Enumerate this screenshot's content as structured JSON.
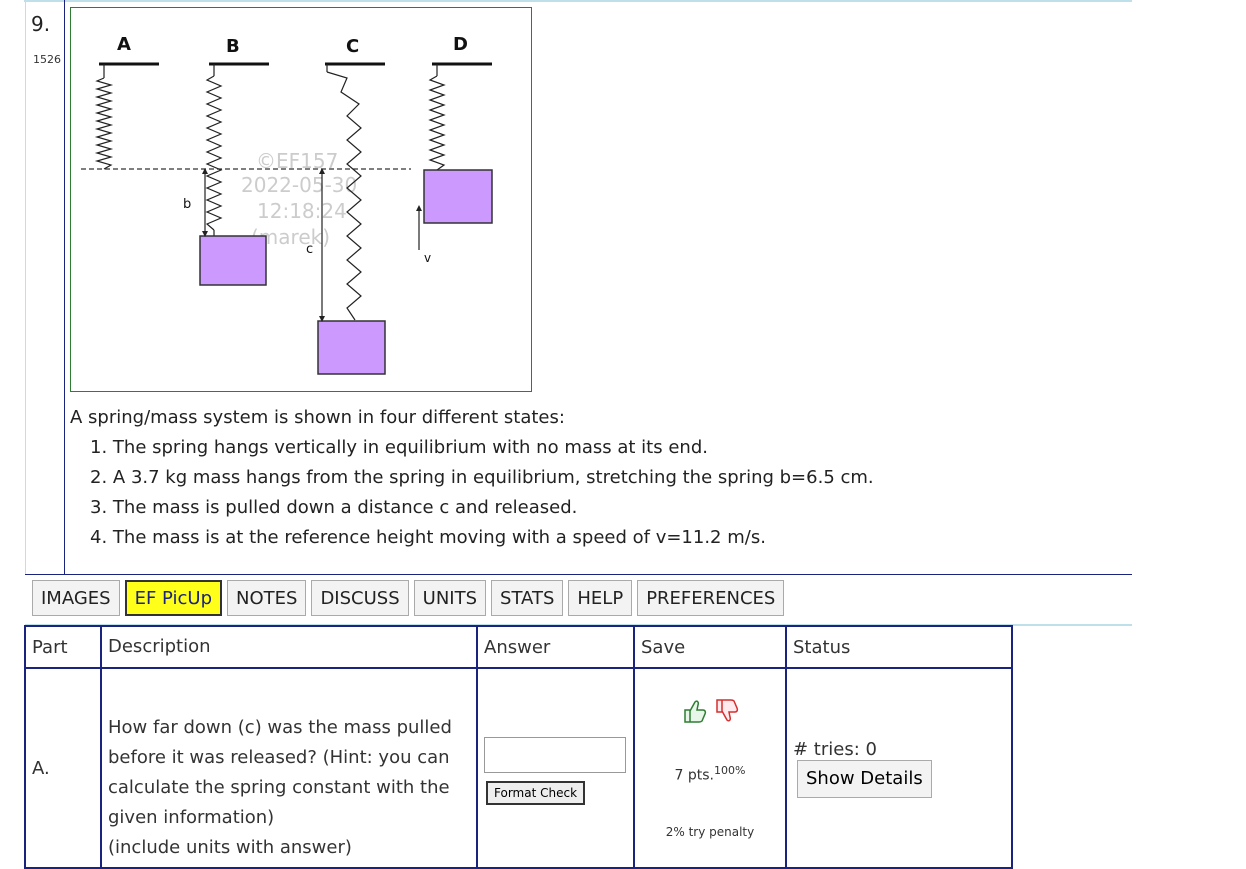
{
  "problem": {
    "number": "9.",
    "id": "1526",
    "figure": {
      "labels": [
        "A",
        "B",
        "C",
        "D"
      ],
      "dim_b": "b",
      "dim_c": "c",
      "dim_v": "v",
      "watermark": [
        "©EF157",
        "2022-05-30",
        "12:18:24",
        "(marek)"
      ]
    },
    "intro": "A spring/mass system is shown in four different states:",
    "steps": [
      "The spring hangs vertically in equilibrium with no mass at its end.",
      "A 3.7 kg mass hangs from the spring in equilibrium, stretching the spring b=6.5 cm.",
      "The mass is pulled down a distance c and released.",
      "The mass is at the reference height moving with a speed of v=11.2 m/s."
    ],
    "step_numbers": [
      "1.",
      "2.",
      "3.",
      "4."
    ]
  },
  "toolbar": {
    "images": "IMAGES",
    "picup": "EF PicUp",
    "notes": "NOTES",
    "discuss": "DISCUSS",
    "units": "UNITS",
    "stats": "STATS",
    "help": "HELP",
    "preferences": "PREFERENCES"
  },
  "table": {
    "headers": {
      "part": "Part",
      "description": "Description",
      "answer": "Answer",
      "save": "Save",
      "status": "Status"
    },
    "row": {
      "part": "A.",
      "description_lines": [
        "How far down (c) was the mass pulled",
        "before it was released? (Hint: you can",
        "calculate the spring constant with the",
        "given information)",
        "(include units with answer)"
      ],
      "answer_value": "",
      "format_check": "Format Check",
      "points": "7 pts.",
      "points_pct": "100%",
      "penalty": "2% try penalty",
      "tries": "# tries: 0",
      "show_details": "Show Details"
    }
  },
  "colors": {
    "mass_fill": "#cc99ff",
    "highlight": "#ffff1a",
    "frame_blue": "#1a237e",
    "figure_border": "#2e7d32"
  }
}
